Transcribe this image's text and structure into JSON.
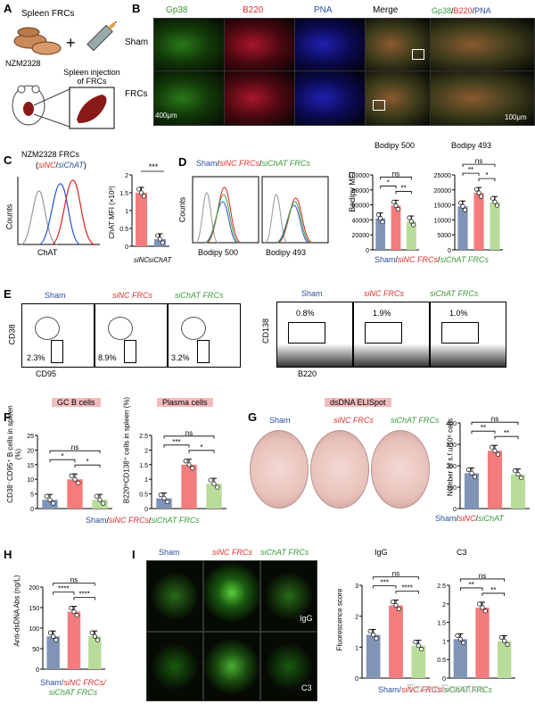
{
  "panelA": {
    "label": "A",
    "spleen_frcs": "Spleen FRCs",
    "strain": "NZM2328",
    "injection": "Spleen injection of FRCs"
  },
  "panelB": {
    "label": "B",
    "channels": [
      "Gp38",
      "B220",
      "PNA",
      "Merge"
    ],
    "merge_combo": [
      "Gp38",
      "/",
      "B220",
      "/",
      "PNA"
    ],
    "rows": [
      "Sham",
      "FRCs"
    ],
    "scale1": "400μm",
    "scale2": "100μm"
  },
  "panelC": {
    "label": "C",
    "title": "NZM2328 FRCs",
    "sub_a": "siNC",
    "sub_sep": "/",
    "sub_b": "siChAT",
    "ylabel": "Counts",
    "xlabel": "ChAT",
    "bar_ylabel": "ChAT MFI (×10³)",
    "sig": "***",
    "xcats": [
      "siNC",
      "siChAT"
    ]
  },
  "panelD": {
    "label": "D",
    "legend": [
      "Sham",
      "/",
      "siNC FRCs",
      "/",
      "siChAT FRCs"
    ],
    "ylabel": "Counts",
    "x1": "Bodipy 500",
    "x2": "Bodipy 493",
    "bar_ylabel": "Bodipy MFI",
    "t1": "Bodipy 500",
    "t2": "Bodipy 493",
    "xlegend": [
      "Sham",
      "/",
      "siNC FRCs",
      "/",
      "siChAT FRCs"
    ]
  },
  "panelE": {
    "label": "E",
    "groups": [
      "Sham",
      "siNC FRCs",
      "siChAT FRCs"
    ],
    "pct1": [
      "2.3%",
      "8.9%",
      "3.2%"
    ],
    "pct2": [
      "0.8%",
      "1.9%",
      "1.0%"
    ],
    "y1": "CD38",
    "x1": "CD95",
    "y2": "CD138",
    "x2": "B220"
  },
  "panelF": {
    "label": "F",
    "t1": "GC B cells",
    "t2": "Plasma cells",
    "y1": "CD38⁻CD95⁺ B cells in spleen (%)",
    "y2": "B220ˡᵒCD138⁺ cells in spleen (%)",
    "xlegend": [
      "Sham",
      "/",
      "siNC FRCs",
      "/",
      "siChAT FRCs"
    ]
  },
  "panelG": {
    "label": "G",
    "title": "dsDNA ELISpot",
    "wells": [
      "Sham",
      "siNC FRCs",
      "siChAT FRCs"
    ],
    "ylabel": "Number of s.f.u/10⁶ cells",
    "xcats": [
      "Sham",
      "/",
      "siNC",
      "/",
      "siChAT"
    ]
  },
  "panelH": {
    "label": "H",
    "ylabel": "Anti-dsDNA Abs (ng/L)",
    "xcats": [
      "Sham/",
      "siNC FRCs/",
      "siChAT FRCs"
    ]
  },
  "panelI": {
    "label": "I",
    "groups": [
      "Sham",
      "siNC FRCs",
      "siChAT FRCs"
    ],
    "rows": [
      "IgG",
      "C3"
    ],
    "t1": "IgG",
    "t2": "C3",
    "ylabel": "Fluorescence score",
    "xcats": [
      "Sham/",
      "siNC FRCs/",
      "siChAT FRCs"
    ],
    "watermark": "TissueGnostics"
  },
  "colors": {
    "sham": "#8094b8",
    "sinc": "#f47c7c",
    "sichat": "#b8dc9a",
    "blue": "#2a4f9e",
    "red": "#e03030",
    "green": "#3a9a3a"
  },
  "chart_data": [
    {
      "type": "bar",
      "panel": "C",
      "categories": [
        "siNC",
        "siChAT"
      ],
      "values": [
        1.5,
        0.2
      ],
      "ylim": [
        0,
        2.0
      ],
      "yticks": [
        0,
        0.5,
        1.0,
        1.5,
        2.0
      ]
    },
    {
      "type": "bar",
      "panel": "D-500",
      "title": "Bodipy 500",
      "categories": [
        "Sham",
        "siNC FRCs",
        "siChAT FRCs"
      ],
      "values": [
        42000,
        59000,
        38000
      ],
      "ylim": [
        0,
        100000
      ],
      "yticks": [
        0,
        20000,
        40000,
        60000,
        80000,
        100000
      ],
      "sig": [
        {
          "a": 0,
          "b": 1,
          "t": "*"
        },
        {
          "a": 1,
          "b": 2,
          "t": "**"
        },
        {
          "a": 0,
          "b": 2,
          "t": "ns"
        }
      ]
    },
    {
      "type": "bar",
      "panel": "D-493",
      "title": "Bodipy 493",
      "categories": [
        "Sham",
        "siNC FRCs",
        "siChAT FRCs"
      ],
      "values": [
        14500,
        19000,
        16000
      ],
      "ylim": [
        0,
        25000
      ],
      "yticks": [
        0,
        5000,
        10000,
        15000,
        20000,
        25000
      ],
      "sig": [
        {
          "a": 0,
          "b": 1,
          "t": "**"
        },
        {
          "a": 1,
          "b": 2,
          "t": "*"
        },
        {
          "a": 0,
          "b": 2,
          "t": "ns"
        }
      ]
    },
    {
      "type": "bar",
      "panel": "F-GC",
      "title": "GC B cells",
      "categories": [
        "Sham",
        "siNC FRCs",
        "siChAT FRCs"
      ],
      "values": [
        3,
        10,
        3
      ],
      "ylim": [
        0,
        25
      ],
      "yticks": [
        0,
        5,
        10,
        15,
        20,
        25
      ],
      "sig": [
        {
          "a": 0,
          "b": 1,
          "t": "*"
        },
        {
          "a": 1,
          "b": 2,
          "t": "*"
        },
        {
          "a": 0,
          "b": 2,
          "t": "ns"
        }
      ]
    },
    {
      "type": "bar",
      "panel": "F-PC",
      "title": "Plasma cells",
      "categories": [
        "Sham",
        "siNC FRCs",
        "siChAT FRCs"
      ],
      "values": [
        0.35,
        1.5,
        0.85
      ],
      "ylim": [
        0,
        2.5
      ],
      "yticks": [
        0,
        0.5,
        1.0,
        1.5,
        2.0,
        2.5
      ],
      "sig": [
        {
          "a": 0,
          "b": 1,
          "t": "***"
        },
        {
          "a": 1,
          "b": 2,
          "t": "*"
        },
        {
          "a": 0,
          "b": 2,
          "t": "ns"
        }
      ]
    },
    {
      "type": "bar",
      "panel": "G",
      "categories": [
        "Sham",
        "siNC",
        "siChAT"
      ],
      "values": [
        165,
        270,
        160
      ],
      "ylim": [
        0,
        400
      ],
      "yticks": [
        0,
        100,
        200,
        300,
        400
      ],
      "sig": [
        {
          "a": 0,
          "b": 1,
          "t": "**"
        },
        {
          "a": 1,
          "b": 2,
          "t": "**"
        },
        {
          "a": 0,
          "b": 2,
          "t": "ns"
        }
      ]
    },
    {
      "type": "bar",
      "panel": "H",
      "categories": [
        "Sham",
        "siNC FRCs",
        "siChAT FRCs"
      ],
      "values": [
        80,
        140,
        80
      ],
      "ylim": [
        0,
        200
      ],
      "yticks": [
        0,
        50,
        100,
        150,
        200
      ],
      "sig": [
        {
          "a": 0,
          "b": 1,
          "t": "****"
        },
        {
          "a": 1,
          "b": 2,
          "t": "****"
        },
        {
          "a": 0,
          "b": 2,
          "t": "ns"
        }
      ]
    },
    {
      "type": "bar",
      "panel": "I-IgG",
      "title": "IgG",
      "categories": [
        "Sham",
        "siNC FRCs",
        "siChAT FRCs"
      ],
      "values": [
        1.4,
        2.35,
        1.05
      ],
      "ylim": [
        0,
        3
      ],
      "yticks": [
        0,
        1,
        2,
        3
      ],
      "sig": [
        {
          "a": 0,
          "b": 1,
          "t": "***"
        },
        {
          "a": 1,
          "b": 2,
          "t": "****"
        },
        {
          "a": 0,
          "b": 2,
          "t": "ns"
        }
      ]
    },
    {
      "type": "bar",
      "panel": "I-C3",
      "title": "C3",
      "categories": [
        "Sham",
        "siNC FRCs",
        "siChAT FRCs"
      ],
      "values": [
        1.05,
        1.9,
        1.0
      ],
      "ylim": [
        0,
        2.5
      ],
      "yticks": [
        0,
        0.5,
        1.0,
        1.5,
        2.0,
        2.5
      ],
      "sig": [
        {
          "a": 0,
          "b": 1,
          "t": "**"
        },
        {
          "a": 1,
          "b": 2,
          "t": "**"
        },
        {
          "a": 0,
          "b": 2,
          "t": "ns"
        }
      ]
    }
  ]
}
